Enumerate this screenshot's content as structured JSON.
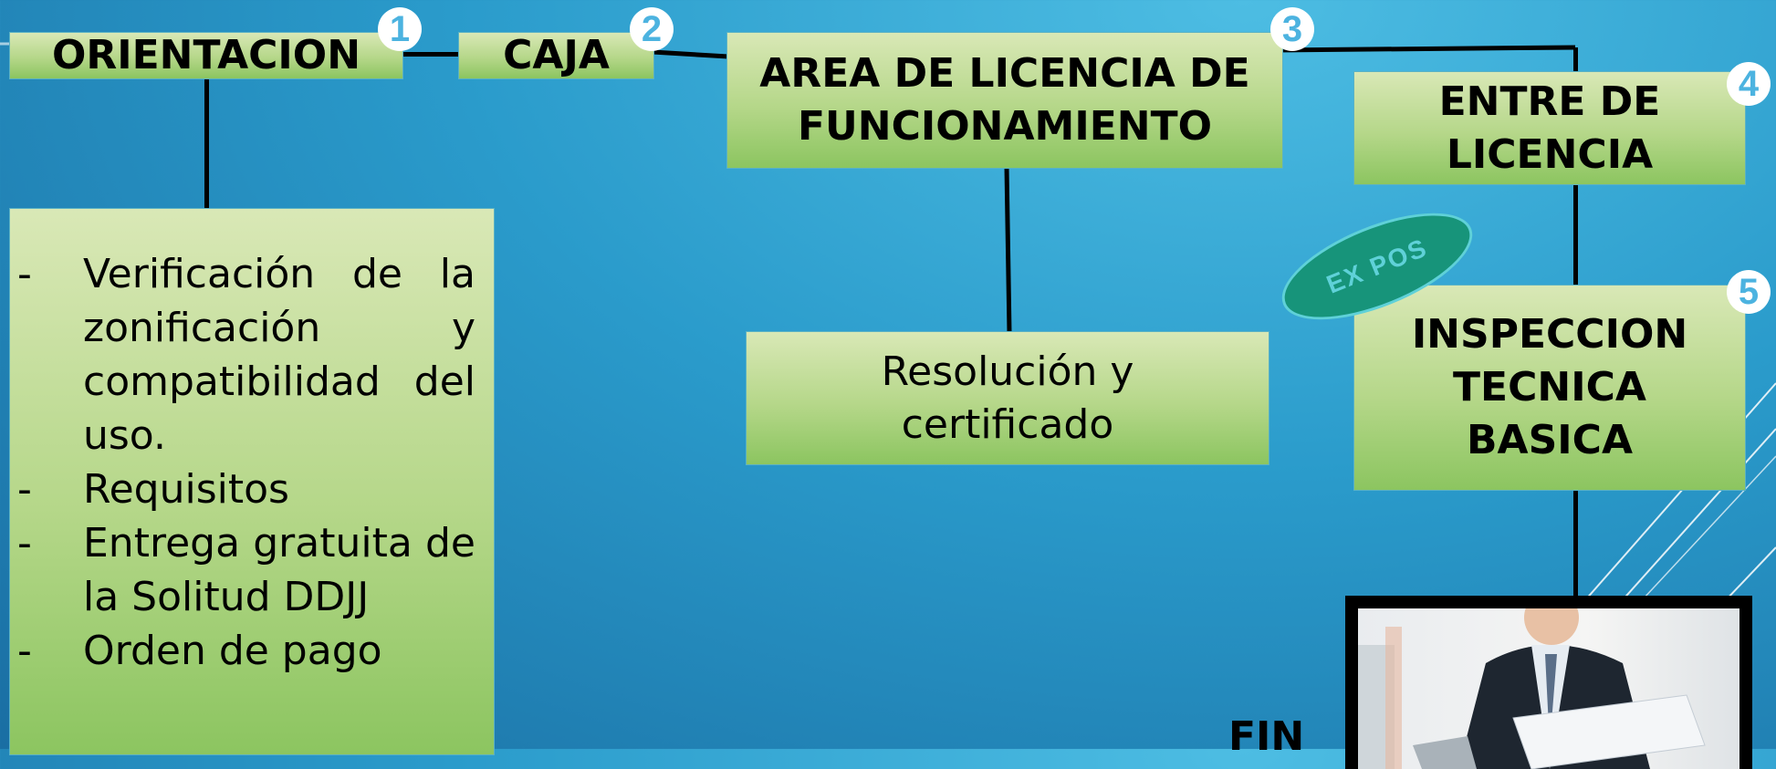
{
  "steps": [
    {
      "number": "1",
      "label": "ORIENTACION"
    },
    {
      "number": "2",
      "label": "CAJA"
    },
    {
      "number": "3",
      "label": "AREA DE LICENCIA DE FUNCIONAMIENTO"
    },
    {
      "number": "4",
      "label": "ENTRE DE LICENCIA"
    },
    {
      "number": "5",
      "label": "INSPECCION TECNICA BASICA"
    }
  ],
  "orientacion_items": [
    {
      "bullet": "-",
      "text": "Verificación de la zonificación y compatibilidad del uso."
    },
    {
      "bullet": "-",
      "text": "Requisitos"
    },
    {
      "bullet": "-",
      "text": "Entrega gratuita de la Solitud DDJJ"
    },
    {
      "bullet": "-",
      "text": "Orden de pago"
    }
  ],
  "result_box": {
    "text": "Resolución y certificado"
  },
  "badge": {
    "text": "EX POS"
  },
  "fin_label": "FIN",
  "colors": {
    "box_fill_top": "#d9e8b6",
    "box_fill_bottom": "#8cc560",
    "badge": "#17947a",
    "number_text": "#4cb3e0"
  }
}
